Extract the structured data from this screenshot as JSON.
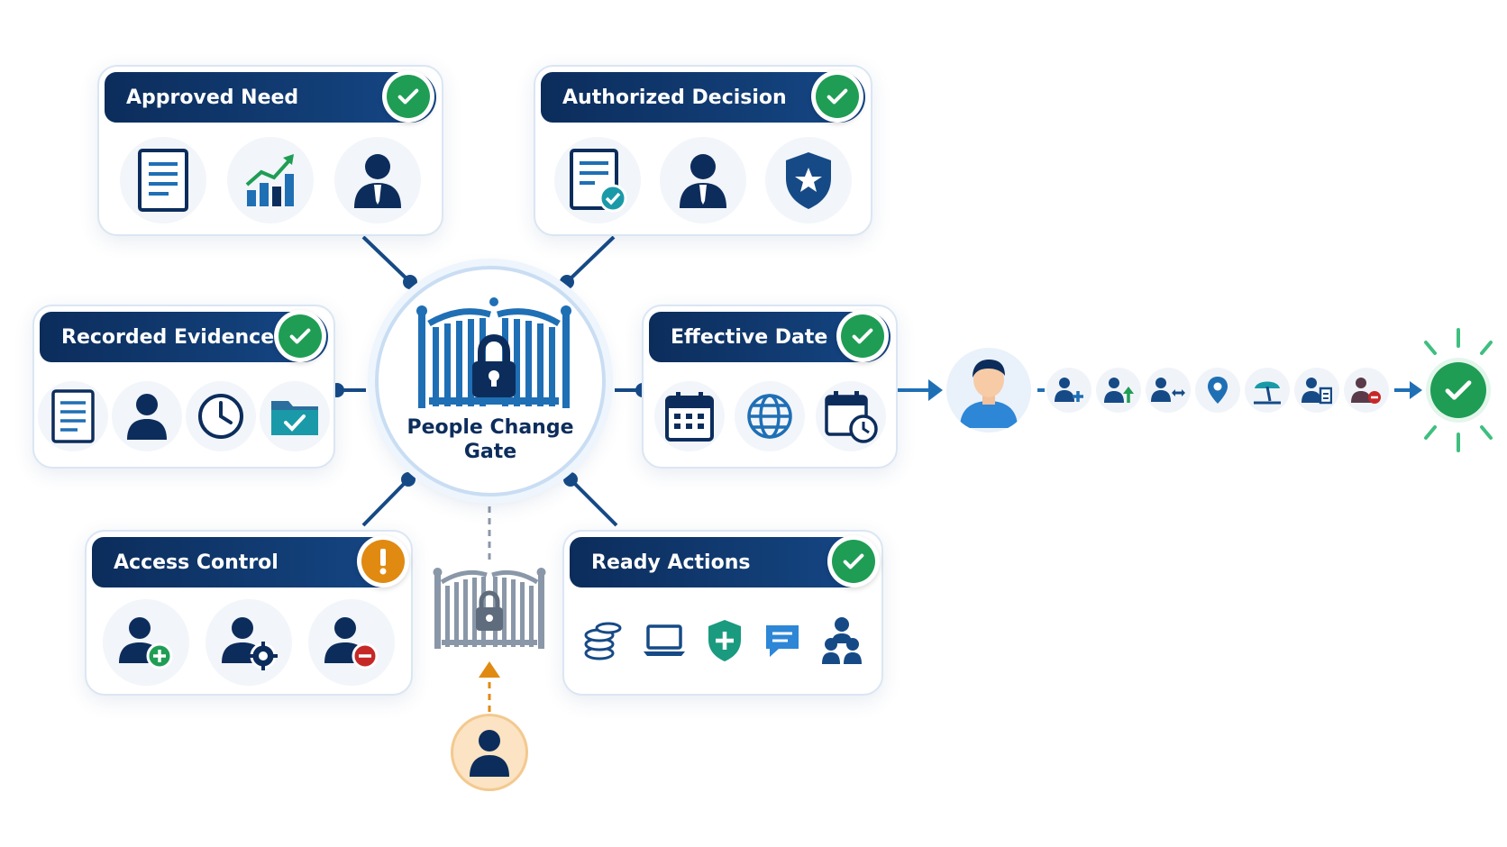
{
  "gate": {
    "label": "People Change\nGate"
  },
  "cards": {
    "approved_need": {
      "title": "Approved Need",
      "status": "complete",
      "icons": [
        "document-icon",
        "growth-chart-icon",
        "manager-icon"
      ]
    },
    "authorized_decision": {
      "title": "Authorized Decision",
      "status": "complete",
      "icons": [
        "approved-document-icon",
        "manager-icon",
        "shield-star-icon"
      ]
    },
    "recorded_evidence": {
      "title": "Recorded Evidence",
      "status": "complete",
      "icons": [
        "document-icon",
        "person-icon",
        "clock-icon",
        "verified-folder-icon"
      ]
    },
    "effective_date": {
      "title": "Effective Date",
      "status": "complete",
      "icons": [
        "calendar-icon",
        "globe-icon",
        "calendar-clock-icon"
      ]
    },
    "access_control": {
      "title": "Access Control",
      "status": "warning",
      "icons": [
        "user-add-icon",
        "user-settings-icon",
        "user-remove-icon"
      ]
    },
    "ready_actions": {
      "title": "Ready Actions",
      "status": "complete",
      "icons": [
        "coins-icon",
        "laptop-icon",
        "shield-plus-icon",
        "chat-icon",
        "team-icon"
      ]
    }
  },
  "flow": {
    "steps": [
      "user-add-icon",
      "user-promote-icon",
      "user-transfer-icon",
      "location-pin-icon",
      "vacation-icon",
      "user-document-icon",
      "user-remove-icon"
    ],
    "final_status": "complete"
  },
  "colors": {
    "navy": "#0c2d5c",
    "blue": "#1f6fb5",
    "green": "#1f9d55",
    "orange": "#e08a12",
    "gray": "#8a97a8"
  }
}
